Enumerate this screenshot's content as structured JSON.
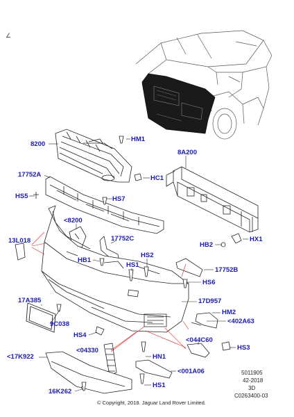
{
  "corner_mark": "∠",
  "labels": {
    "l8200": "8200",
    "hm1": "HM1",
    "l8a200": "8A200",
    "l17752a": "17752A",
    "hc1": "HC1",
    "hs5": "HS5",
    "hs7": "HS7",
    "l8200b": "<8200",
    "l13l018": "13L018",
    "l17752c": "17752C",
    "hb2": "HB2",
    "hx1": "HX1",
    "hb1": "HB1",
    "hs2": "HS2",
    "hs1a": "HS1",
    "l17752b": "17752B",
    "hs6": "HS6",
    "l17a385": "17A385",
    "l17d957": "17D957",
    "hm2": "HM2",
    "l9c038": "9C038",
    "l402a63": "<402A63",
    "hs4": "HS4",
    "l044c60": "<044C60",
    "l04330": "<04330",
    "hs3": "HS3",
    "l17k922": "<17K922",
    "hn1": "HN1",
    "l001a06": "<001A06",
    "hs1b": "HS1",
    "l16k262": "16K262"
  },
  "ref": {
    "code1": "5011905",
    "code2": "42-2018",
    "code3": "3D",
    "code4": "C0263400-03"
  },
  "copyright": "© Copyright, 2018. Jaguar Land Rover Limited.",
  "colors": {
    "label": "#1a1ab4",
    "leader_red": "#d42020",
    "line": "#222222",
    "highlight": "#111111"
  }
}
